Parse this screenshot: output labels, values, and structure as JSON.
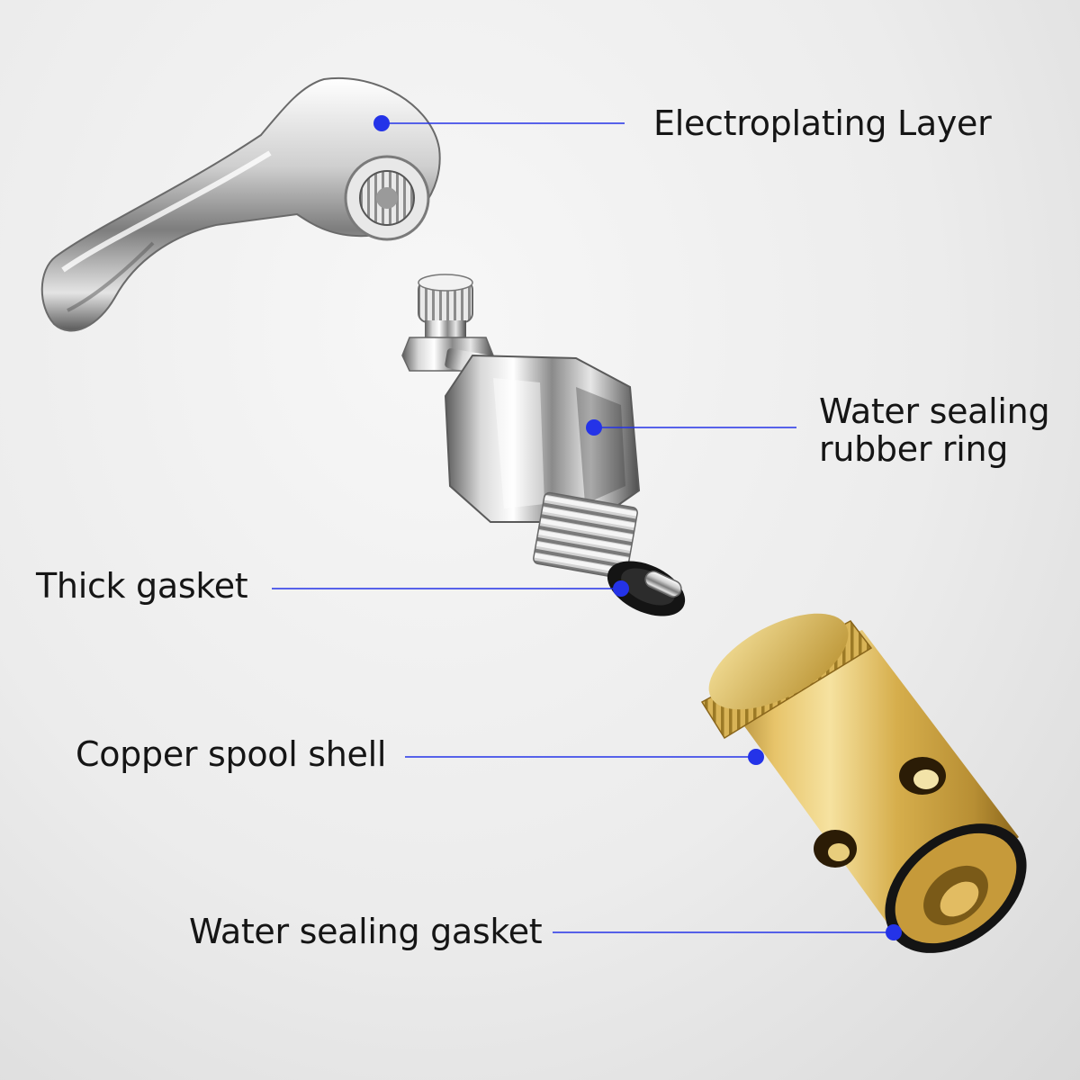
{
  "labels": {
    "electroplating": "Electroplating Layer",
    "rubber_ring_line1": "Water sealing",
    "rubber_ring_line2": "rubber ring",
    "thick_gasket": "Thick gasket",
    "copper_shell": "Copper spool shell",
    "sealing_gasket": "Water sealing gasket"
  },
  "colors": {
    "callout": "#2433e8",
    "chrome_light": "#f4f4f4",
    "chrome_dark": "#6e6e6e",
    "brass_light": "#f1d98a",
    "brass_mid": "#d6ae4c",
    "brass_dark": "#9a7424",
    "rubber": "#151515"
  },
  "parts": [
    "handle",
    "valve-stem",
    "copper-spool-shell"
  ]
}
